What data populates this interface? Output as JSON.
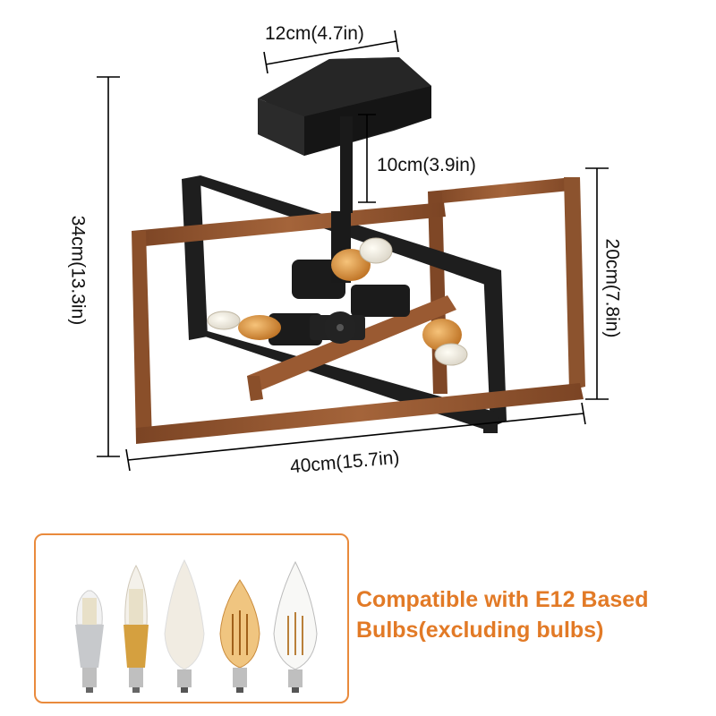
{
  "product": {
    "name": "semi-flush-ceiling-light",
    "finish_colors": {
      "frame_black": "#1c1c1c",
      "wood": "#8a4f2a",
      "bulb_gold": "#c9862e",
      "accent_orange": "#e27a26"
    }
  },
  "dimensions": {
    "canopy_width": "12cm(4.7in)",
    "rod_length": "10cm(3.9in)",
    "total_height": "34cm(13.3in)",
    "fixture_height": "20cm(7.8in)",
    "fixture_width": "40cm(15.7in)"
  },
  "bulbs": {
    "line1": "Compatible with E12 Based",
    "line2": "Bulbs(excluding bulbs)",
    "types": [
      "led-silver-bulb",
      "led-gold-bulb",
      "frosted-candle-bulb",
      "amber-filament-bulb",
      "clear-filament-bulb"
    ]
  }
}
